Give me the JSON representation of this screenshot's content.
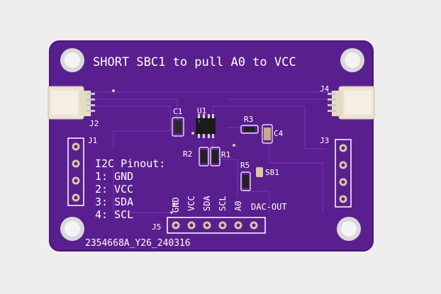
{
  "colors": {
    "background": "#eeeeee",
    "board": "#5a1f8e",
    "silkscreen": "#ffffff",
    "pads": "#d9c9a0"
  },
  "board": {
    "title": "SHORT SBC1 to pull A0 to VCC",
    "serial": "2354668A_Y26_240316"
  },
  "labels": {
    "j1": "J1",
    "j2": "J2",
    "j3": "J3",
    "j4": "J4",
    "j5": "J5",
    "c1": "C1",
    "u1": "U1",
    "r3": "R3",
    "c4": "C4",
    "r2": "R2",
    "r1": "R1",
    "r5": "R5",
    "sb1": "SB1"
  },
  "pinout": {
    "heading": "I2C Pinout:",
    "lines": [
      "1: GND",
      "2: VCC",
      "3: SDA",
      "4: SCL"
    ]
  },
  "j5_pins": [
    "GND",
    "VCC",
    "SDA",
    "SCL",
    "A0",
    "DAC-OUT"
  ]
}
